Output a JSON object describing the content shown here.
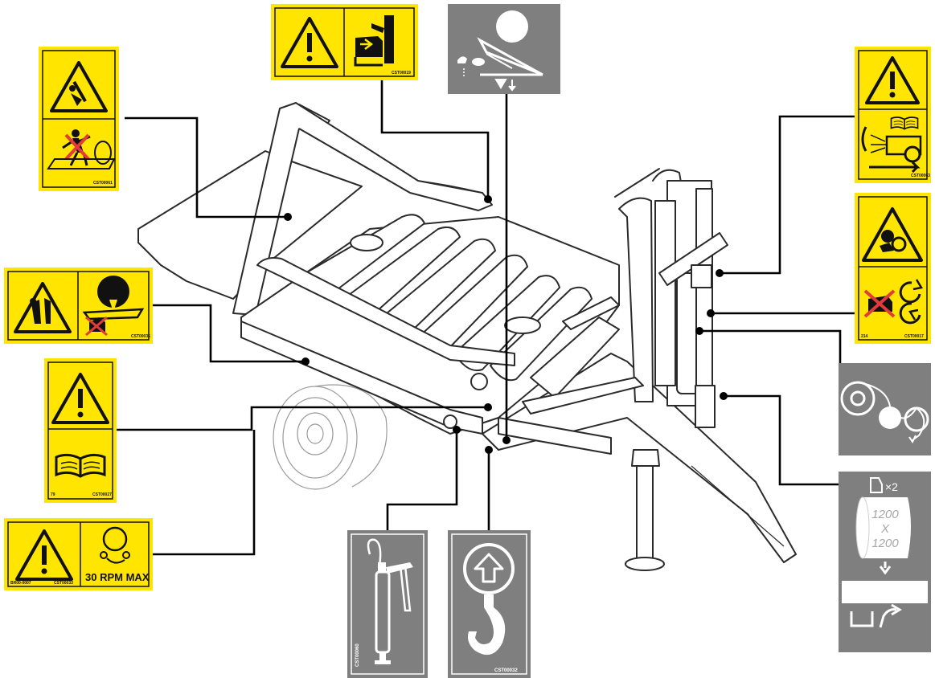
{
  "decals": {
    "upper_left_code": "CST00061",
    "top_center_code": "CST00019",
    "upper_right_code": "CST00063",
    "right_mid_code": "CST00017",
    "right_mid_number": "214",
    "left_mid_code": "CST00035",
    "left_manual_code": "CST00027",
    "left_manual_number": "79",
    "bottom_left_code": "CST00033",
    "bottom_left_number": "BR00-0007",
    "rpm_label": "30 RPM MAX",
    "grease_code": "CST00060",
    "hook_code": "CST00032",
    "roll_size_top": "1200",
    "roll_size_x": "X",
    "roll_size_bottom": "1200",
    "roll_multiplier": "×2"
  },
  "colors": {
    "warning_yellow": "#ffe500",
    "icon_black": "#111111",
    "info_grey": "#7f7f7f",
    "crossout_red": "#e23b3b"
  },
  "icons": [
    "warning-triangle-icon",
    "crush-hazard-icon",
    "hand-crush-icon",
    "stay-clear-icon",
    "read-manual-icon",
    "entanglement-icon",
    "rotating-rollers-icon",
    "grease-gun-icon",
    "lifting-hook-icon",
    "film-roll-icon",
    "roller-threading-icon",
    "speed-hare-tortoise-icon"
  ]
}
